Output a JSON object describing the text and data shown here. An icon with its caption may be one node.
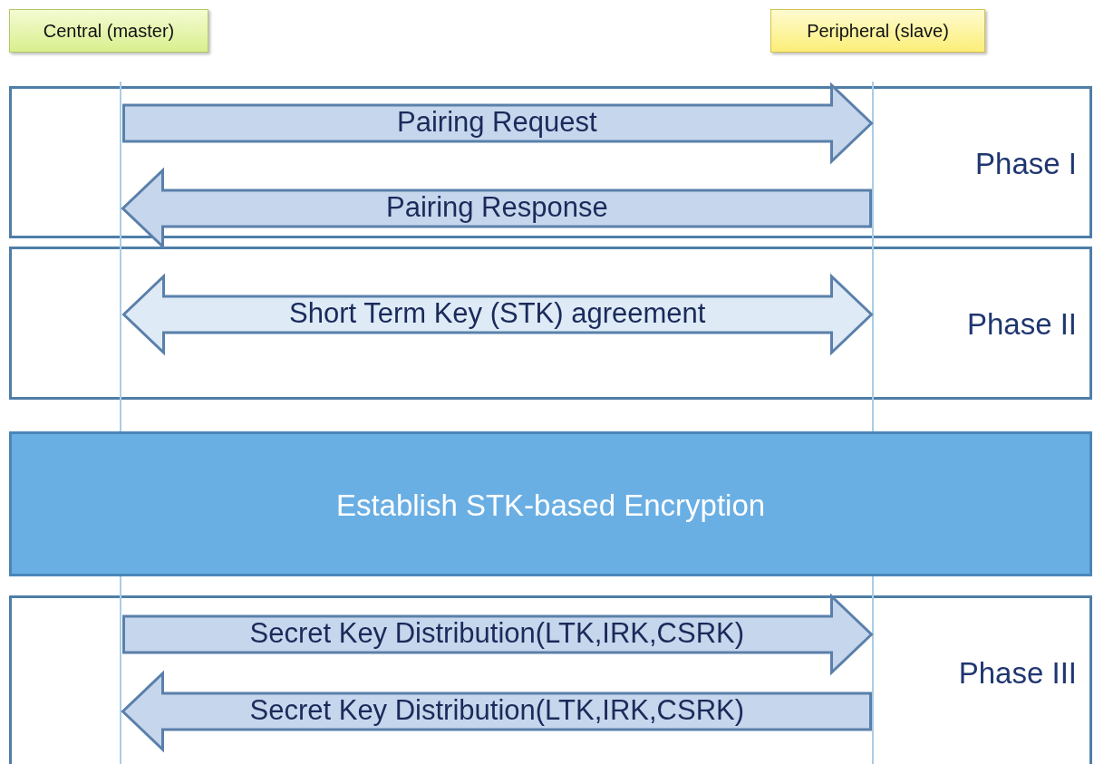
{
  "diagram": {
    "nodes": [
      {
        "text": [
          "Central (master)"
        ]
      },
      {
        "text": [
          "Peripheral (slave)"
        ]
      },
      {
        "text": [],
        "shape": "line"
      },
      {
        "text": [],
        "shape": "line"
      },
      {
        "text": [
          "Phase I"
        ]
      },
      {
        "text": [
          "Phase II"
        ]
      },
      {
        "text": [
          "Establish STK-based Encryption"
        ]
      },
      {
        "text": [
          "Phase III"
        ]
      }
    ],
    "edges": [
      {
        "from": 2,
        "to": 3,
        "arrow": "to",
        "label": "Pairing Request"
      },
      {
        "from": 3,
        "to": 2,
        "arrow": "to",
        "label": "Pairing Response"
      },
      {
        "from": 2,
        "to": 3,
        "arrow": "both",
        "label": "Short Term Key (STK) agreement"
      },
      {
        "from": 2,
        "to": 3,
        "arrow": "to",
        "label": "Secret Key Distribution(LTK,IRK,CSRK)"
      },
      {
        "from": 3,
        "to": 2,
        "arrow": "to",
        "label": "Secret Key Distribution(LTK,IRK,CSRK)"
      }
    ]
  }
}
